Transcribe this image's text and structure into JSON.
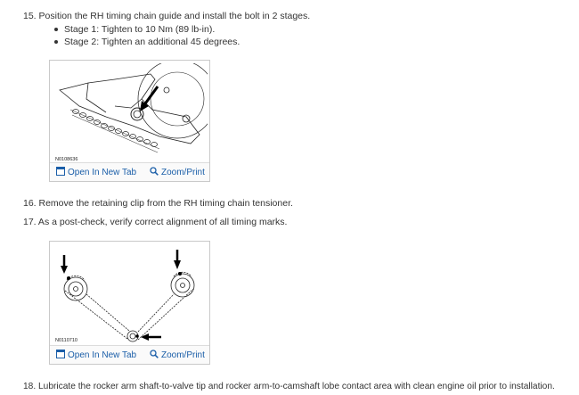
{
  "steps": {
    "s15": "15. Position the RH timing chain guide and install the bolt in 2 stages.",
    "s15_bullets": [
      "Stage 1: Tighten to 10 Nm (89 lb-in).",
      "Stage 2: Tighten an additional 45 degrees."
    ],
    "s16": "16. Remove the retaining clip from the RH timing chain tensioner.",
    "s17": "17. As a post-check, verify correct alignment of all timing marks.",
    "s18": "18. Lubricate the rocker arm shaft-to-valve tip and rocker arm-to-camshaft lobe contact area with clean engine oil prior to installation."
  },
  "figures": [
    {
      "id": "N0108636",
      "open_label": "Open In New Tab",
      "zoom_label": "Zoom/Print"
    },
    {
      "id": "N0110710",
      "open_label": "Open In New Tab",
      "zoom_label": "Zoom/Print"
    }
  ],
  "colors": {
    "link": "#1a5ea8",
    "text": "#333333",
    "border": "#c9c9c9"
  },
  "icons": {
    "open": "open-in-new-tab-icon",
    "zoom": "zoom-magnifier-icon"
  }
}
